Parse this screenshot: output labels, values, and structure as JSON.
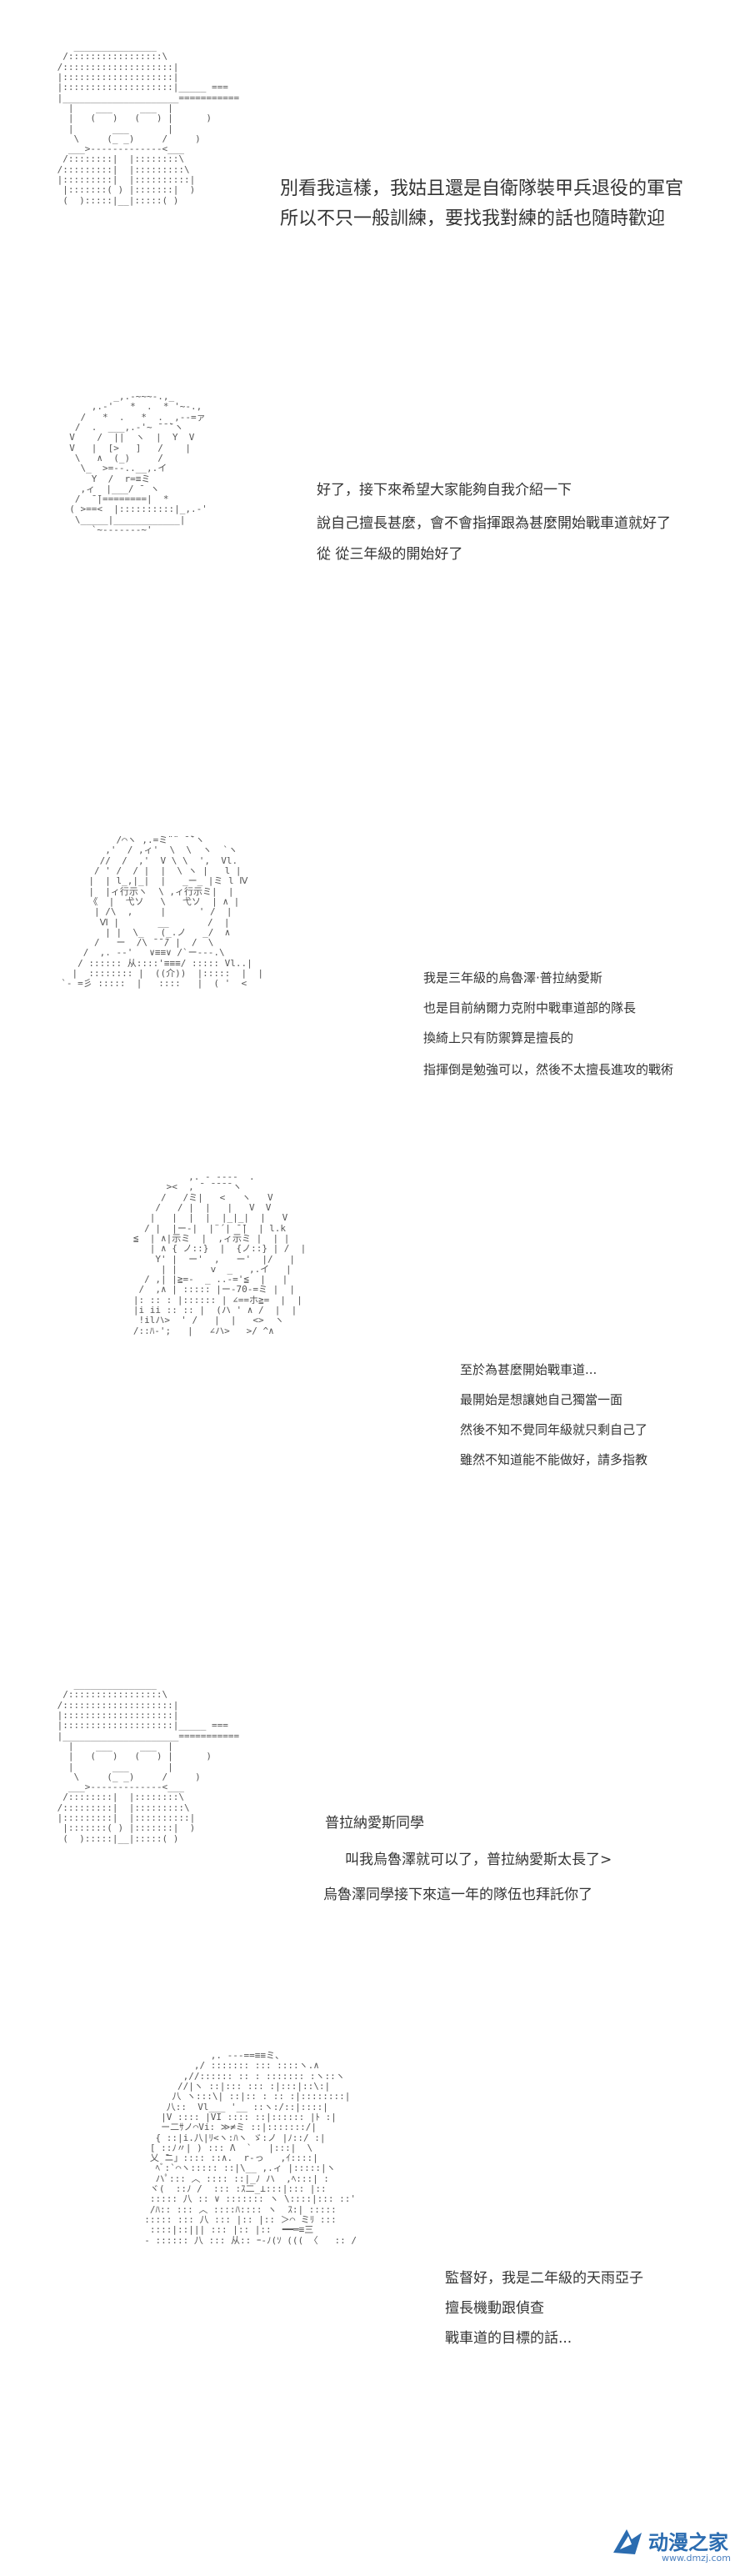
{
  "panels": [
    {
      "id": "p1",
      "art": [
        "    _______________",
        "  /:::::::::::::::::\\",
        " /::::::::::::::::::::|",
        " |::::::::::::::::::::|",
        " |::::::::::::::::::::|_____ ===",
        " |_____________________===========",
        "   |    ___     ___  |",
        "   |   (   )   (   ) |      )",
        "   |       ___       |",
        "    \\     (_ _)     /     )",
        "   ___>-------------<___",
        "  /::::::::|  |::::::::\\",
        " /:::::::::|  |:::::::::\\",
        " |:::::::::|  |::::::::::|",
        "  |:::::::( ) |:::::::|  )",
        "  (  ):::::|__|:::::( )"
      ],
      "lines": [
        "別看我這樣，我姑且還是自衛隊裝甲兵退役的軍官",
        "所以不只一般訓練，要找我對練的話也隨時歡迎"
      ]
    },
    {
      "id": "p2",
      "art": [
        "          _,.-~~~-.,_",
        "      ,.-'   *  .  * '~-.,",
        "    /   *  .   *  .  ,--=ァ",
        "   /  .  ___,.-'~ ̄ ̄ ̄`ヽ",
        "  V    /  ||  ヽ  |  Y  V",
        "  V   |  [>   ]   /    |",
        "   \\   ∧  (_)     /",
        "    \\_  >=--..__,.イ",
        "      Y  /  r=≡ミ",
        "    ,ィ  |___/ ̄  ヽ",
        "   /  ̄ ̄|========|  *",
        "  ( >==<  |::::::::::|_,.-'",
        "   \\_____|____________|",
        "      `~-------~'"
      ],
      "lines": [
        "好了，接下來希望大家能夠自我介紹一下",
        "說自己擅長甚麼，會不會指揮跟為甚麼開始戰車道就好了",
        "從 從三年級的開始好了"
      ]
    },
    {
      "id": "p3",
      "art": [
        "            /⌒ヽ ,.=ミ¨¨ ̄ ̄`ヽ",
        "          ,'  / ,ィ'  \\  \\  ヽ  `ヽ",
        "         //  /  ,'  V \\ \\  ',  Vl.",
        "        / ' /  / |  |  \\ ヽ |   l |",
        "       |  | l_,|_|  |   _ー_ |ミ l Ⅳ",
        "       |  |ィ行示ヽ  \\ ,ィ行示ミ|  |",
        "       《  |  弋ソ   \\   弋ソ  | ∧ |",
        "        | /\\  ,     |      ' /  |",
        "         Ⅵ |       __       /  |",
        "          | |  \\_   (_.ノ   _/  ∧",
        "        /   ー  /\\ ̄ ̄ ̄/ |  /  \\",
        "      /  ,. -‐'   ∨≡≡∨ /`ー---.\\",
        "     / :::::: 从::::'≡≡≡/ ::::: Vl..|",
        "    |  :::::::: |  ((介))  |:::::  |  |",
        "  `- =彡 :::::  |   ::::   |  ( '  <"
      ],
      "lines": [
        "我是三年級的烏魯澤·普拉納愛斯",
        "也是目前納爾力克附中戰車道部的隊長",
        "換綺上只有防禦算是擅長的",
        "指揮倒是勉強可以，然後不太擅長進攻的戰術"
      ]
    },
    {
      "id": "p4",
      "art": [
        "             ,. - ‐‐‐-  .",
        "         ><  , ̄  ̄ ̄ ̄ ̄ ヽ",
        "        /   /ミ|   <   ヽ   V",
        "       /   / |  |   |   V  V",
        "      |   |  |  |  |_|_|  |   V",
        "     / |  |ー-|  |¨´| ̄ ̄|  | l.k",
        "   ≦  | ∧|示ミ  |  ,ィ示ミ |  | |",
        "      | ∧ { ノ::}  |  {ノ::} | /  |",
        "       Y' |  ー'  ,   ー'  |/   |",
        "        | |      v  _   ,.イ   |",
        "     / ,| |≧=-  _ ..-='≦  |   |",
        "    /  ,∧ | ::::: |ー‐70-=ミ |  |",
        "   |: :: : |:::::: | ∠==ホ≧=  |  |",
        "   |i ii :: :: |  (ハ ' ∧ /  |  |",
        "    !ilハ>  ' /   |  |   <>  ヽ",
        "   /::ﾊ-';   |   ∠ハ>   >/ ^∧"
      ],
      "lines": [
        "至於為甚麼開始戰車道...",
        "最開始是想讓她自己獨當一面",
        "然後不知不覺同年級就只剩自己了",
        "雖然不知道能不能做好，請多指教"
      ]
    },
    {
      "id": "p5",
      "art": [
        "    _______________",
        "  /:::::::::::::::::\\",
        " /::::::::::::::::::::|",
        " |::::::::::::::::::::|",
        " |::::::::::::::::::::|_____ ===",
        " |_____________________===========",
        "   |    ___     ___  |",
        "   |   (   )   (   ) |      )",
        "   |       ___       |",
        "    \\     (_ _)     /     )",
        "   ___>-------------<___",
        "  /::::::::|  |::::::::\\",
        " /:::::::::|  |:::::::::\\",
        " |:::::::::|  |::::::::::|",
        "  |:::::::( ) |:::::::|  )",
        "  (  ):::::|__|:::::( )"
      ],
      "lines": [
        "普拉納愛斯同學",
        "叫我烏魯澤就可以了，普拉納愛斯太長了>",
        "烏魯澤同學接下來這一年的隊伍也拜託你了"
      ]
    },
    {
      "id": "p6",
      "art": [
        "              ,. ---==≡≡ミ、",
        "           ,/ ::::::: ::: ::::ヽ.∧",
        "         ,//:::::: :: : ::::::: :ヽ::ヽ",
        "        //|ヽ ::|::: ::: :|:::|::\\:|",
        "       八 ヽ:::\\| ::|:: : :: :|::::::::|",
        "      八::  Vl___ '__ ::ヽ:/::|::::|",
        "     |V :::: |VI :::: ::|:::::: |ﾄ :|",
        "     ー二ｻノ⌒Vi: ≫≠ミ ::|:::::::/|",
        "    { ::|i.八|ﾘ<ヽ:ﾊヽ ゞ:ノ |ﾉ::/ :|",
        "   [ ::ﾉ〃| ) ::: Λ  `   |:::|  \\",
        "   乂 ̄ニ」:::: ::∧.  r-っ   ,ｲ::::|",
        "    ﾍﾞ:`⌒ヽ::::: ::|\\__ ,.ィ |:::::|ヽ",
        "    ハﾟ::: ︿ :::: ::|_ﾉ ハ  ,ﾍ:::| :",
        "   ヾ(  ::ﾉ /  ::: :ｽ二_⊥:::|::: |::",
        "   ::::: 八 :: ∨ ::::::: ヽ \\::::|::: ::'",
        "   /ﾊ:: ::: ︿ ::::ﾊ:::: ヽ  ｽ:| :::::",
        "  ::::: ::: 八 ::: |:: |:: ＞⌒ ミﾘ :::",
        "   ::::|::||| ::: |:: |::  ━━═≡三",
        "  ‐ :::::: 八 ::: 从:: ｰ-ﾉ(ｿ ((( 〈   :: /"
      ],
      "lines": [
        "監督好，我是二年級的天雨亞子",
        "擅長機動跟偵查",
        "戰車道的目標的話..."
      ]
    }
  ],
  "watermark": {
    "title": "动漫之家",
    "url": "www.dmzj.com",
    "logo": "dmzj-logo-icon",
    "color": "#2b6cb0"
  }
}
